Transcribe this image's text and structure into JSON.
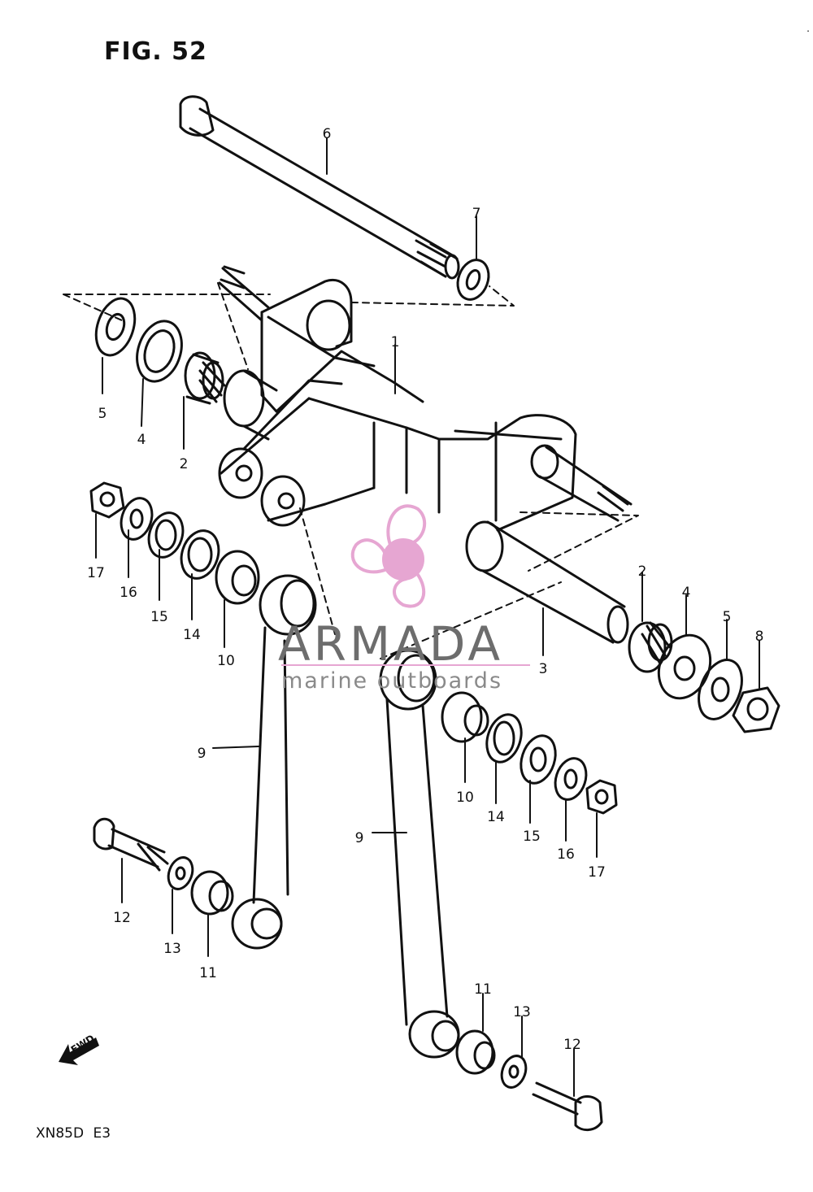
{
  "figure": {
    "title": "FIG. 52",
    "model_code": "XN85D  E3",
    "fwd_label": "FWD",
    "corner_mark": "."
  },
  "watermark": {
    "name": "ARMADA",
    "tagline": "marine outboards",
    "logo_icon": "propeller-icon",
    "logo_color": "#e6a6d2"
  },
  "callouts": [
    "6",
    "7",
    "1",
    "5",
    "4",
    "2",
    "17",
    "16",
    "15",
    "14",
    "10",
    "9",
    "3",
    "2",
    "4",
    "5",
    "8",
    "10",
    "14",
    "15",
    "16",
    "17",
    "9",
    "12",
    "13",
    "11",
    "11",
    "13",
    "12"
  ]
}
